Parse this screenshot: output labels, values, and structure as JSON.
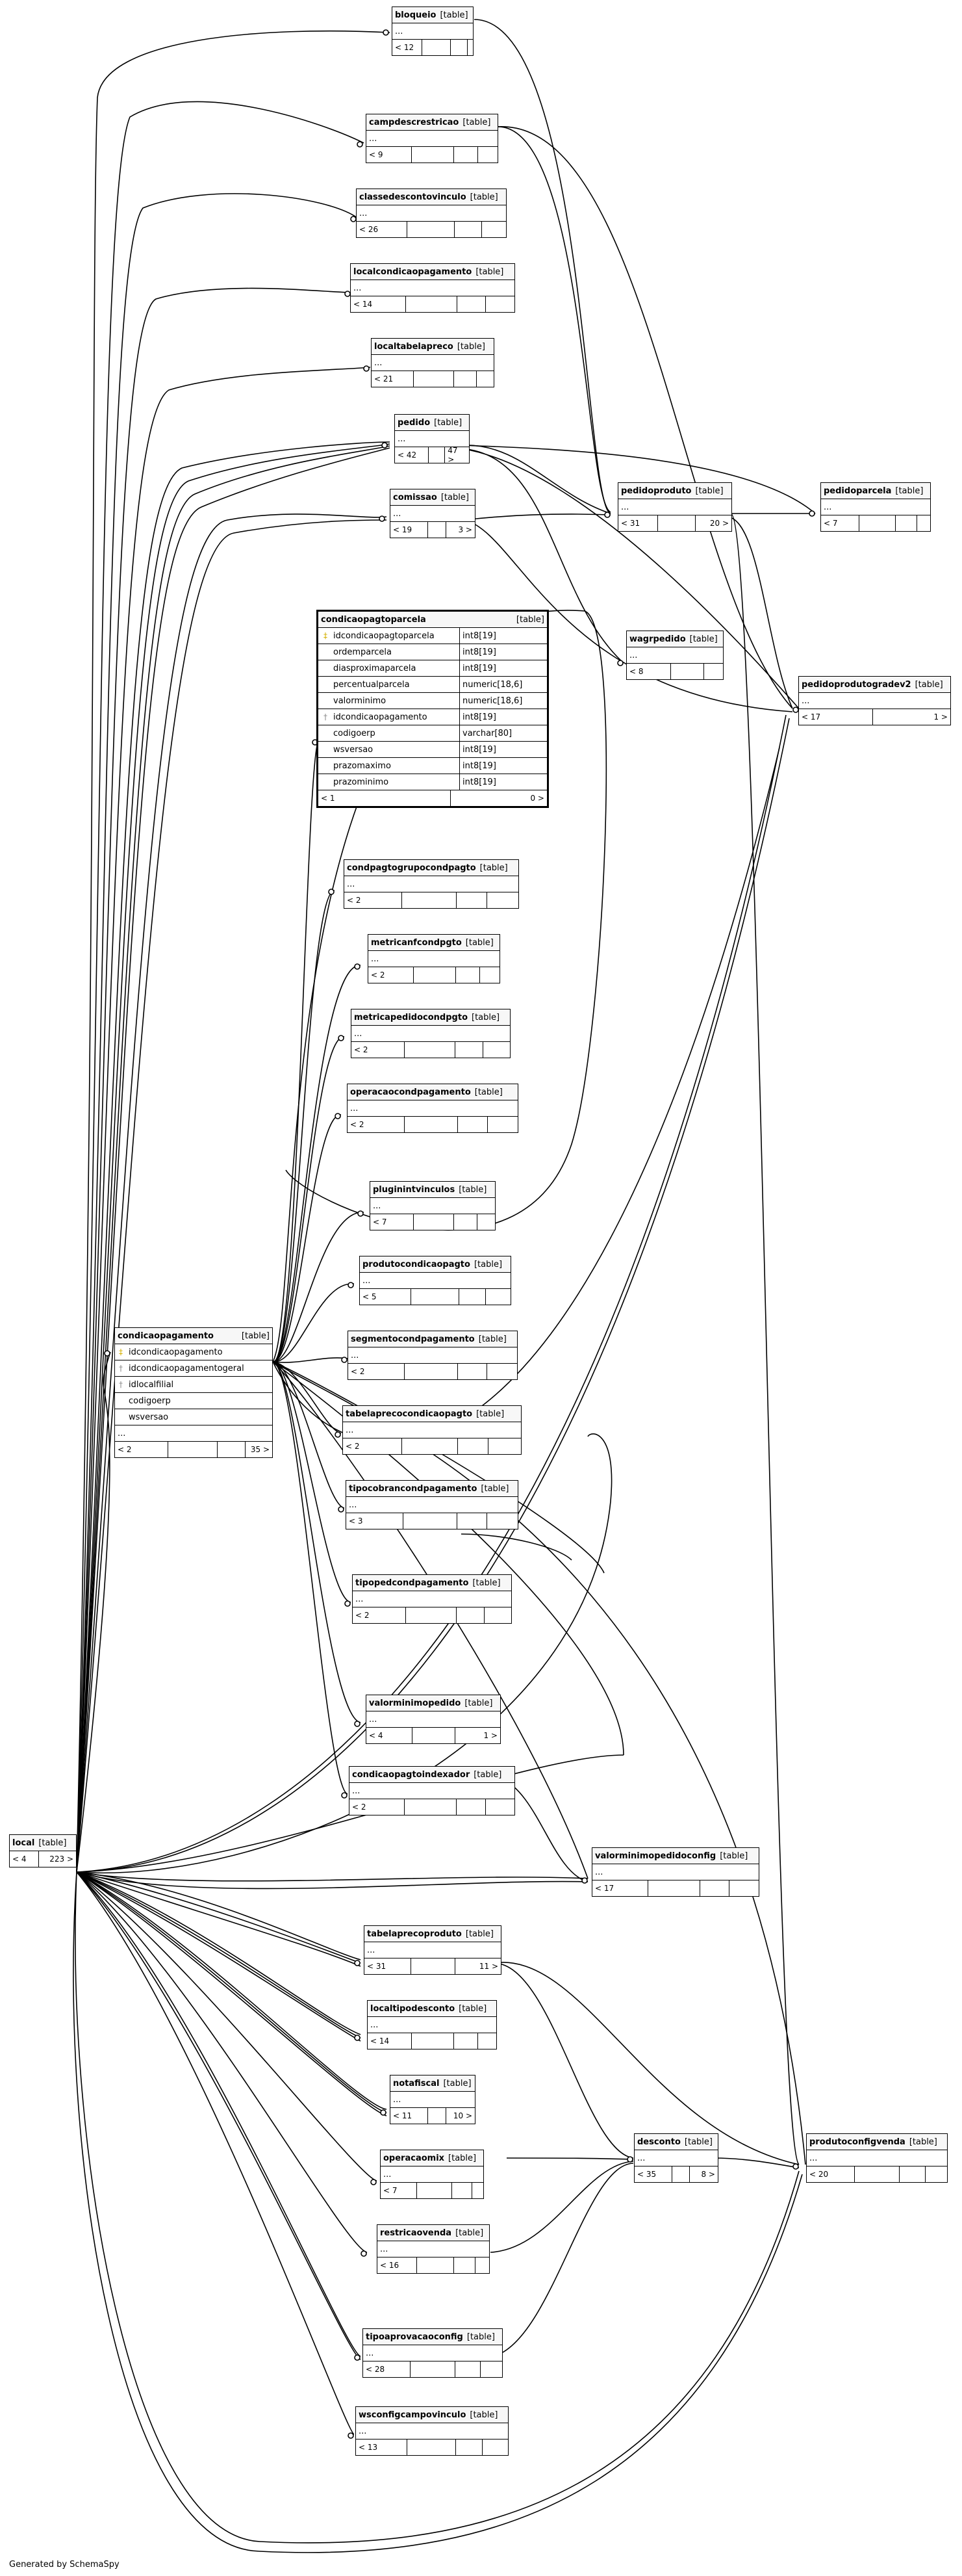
{
  "footer_text": "Generated by SchemaSpy",
  "tag": "[table]",
  "tables": {
    "bloqueio": {
      "name": "bloqueio",
      "dots": "...",
      "left": "< 12",
      "right": ""
    },
    "campdescrestricao": {
      "name": "campdescrestricao",
      "dots": "...",
      "left": "< 9",
      "right": ""
    },
    "classedescontovinculo": {
      "name": "classedescontovinculo",
      "dots": "...",
      "left": "< 26",
      "right": ""
    },
    "localcondicaopagamento": {
      "name": "localcondicaopagamento",
      "dots": "...",
      "left": "< 14",
      "right": ""
    },
    "localtabelapreco": {
      "name": "localtabelapreco",
      "dots": "...",
      "left": "< 21",
      "right": ""
    },
    "pedido": {
      "name": "pedido",
      "dots": "...",
      "left": "< 42",
      "right": "47 >"
    },
    "comissao": {
      "name": "comissao",
      "dots": "...",
      "left": "< 19",
      "right": "3 >"
    },
    "pedidoproduto": {
      "name": "pedidoproduto",
      "dots": "...",
      "left": "< 31",
      "right": "20 >"
    },
    "pedidoparcela": {
      "name": "pedidoparcela",
      "dots": "...",
      "left": "< 7",
      "right": ""
    },
    "wagrpedido": {
      "name": "wagrpedido",
      "dots": "...",
      "left": "< 8",
      "right": ""
    },
    "pedidoprodutogradev2": {
      "name": "pedidoprodutogradev2",
      "dots": "...",
      "left": "< 17",
      "right": "1 >"
    },
    "condpagtogrupocondpagto": {
      "name": "condpagtogrupocondpagto",
      "dots": "...",
      "left": "< 2",
      "right": ""
    },
    "metricanfcondpgto": {
      "name": "metricanfcondpgto",
      "dots": "...",
      "left": "< 2",
      "right": ""
    },
    "metricapedidocondpgto": {
      "name": "metricapedidocondpgto",
      "dots": "...",
      "left": "< 2",
      "right": ""
    },
    "operacaocondpagamento": {
      "name": "operacaocondpagamento",
      "dots": "...",
      "left": "< 2",
      "right": ""
    },
    "pluginintvinculos": {
      "name": "pluginintvinculos",
      "dots": "...",
      "left": "< 7",
      "right": ""
    },
    "produtocondicaopagto": {
      "name": "produtocondicaopagto",
      "dots": "...",
      "left": "< 5",
      "right": ""
    },
    "segmentocondpagamento": {
      "name": "segmentocondpagamento",
      "dots": "...",
      "left": "< 2",
      "right": ""
    },
    "tabelaprecocondicaopagto": {
      "name": "tabelaprecocondicaopagto",
      "dots": "...",
      "left": "< 2",
      "right": ""
    },
    "tipocobrancondpagamento": {
      "name": "tipocobrancondpagamento",
      "dots": "...",
      "left": "< 3",
      "right": ""
    },
    "tipopedcondpagamento": {
      "name": "tipopedcondpagamento",
      "dots": "...",
      "left": "< 2",
      "right": ""
    },
    "valorminimopedido": {
      "name": "valorminimopedido",
      "dots": "...",
      "left": "< 4",
      "right": "1 >"
    },
    "condicaopagtoindexador": {
      "name": "condicaopagtoindexador",
      "dots": "...",
      "left": "< 2",
      "right": ""
    },
    "valorminimopedidoconfig": {
      "name": "valorminimopedidoconfig",
      "dots": "...",
      "left": "< 17",
      "right": ""
    },
    "local": {
      "name": "local",
      "dots": "",
      "left": "< 4",
      "right": "223 >"
    },
    "tabelaprecoproduto": {
      "name": "tabelaprecoproduto",
      "dots": "...",
      "left": "< 31",
      "right": "11 >"
    },
    "localtipodesconto": {
      "name": "localtipodesconto",
      "dots": "...",
      "left": "< 14",
      "right": ""
    },
    "notafiscal": {
      "name": "notafiscal",
      "dots": "...",
      "left": "< 11",
      "right": "10 >"
    },
    "operacaomix": {
      "name": "operacaomix",
      "dots": "...",
      "left": "< 7",
      "right": ""
    },
    "desconto": {
      "name": "desconto",
      "dots": "...",
      "left": "< 35",
      "right": "8 >"
    },
    "produtoconfigvenda": {
      "name": "produtoconfigvenda",
      "dots": "...",
      "left": "< 20",
      "right": ""
    },
    "restricaovenda": {
      "name": "restricaovenda",
      "dots": "...",
      "left": "< 16",
      "right": ""
    },
    "tipoaprovacaoconfig": {
      "name": "tipoaprovacaoconfig",
      "dots": "...",
      "left": "< 28",
      "right": ""
    },
    "wsconfigcampovinculo": {
      "name": "wsconfigcampovinculo",
      "dots": "...",
      "left": "< 13",
      "right": ""
    }
  },
  "condicaopagtoparcela": {
    "name": "condicaopagtoparcela",
    "columns": [
      {
        "name": "idcondicaopagtoparcela",
        "type": "int8[19]",
        "key": "pk"
      },
      {
        "name": "ordemparcela",
        "type": "int8[19]",
        "key": ""
      },
      {
        "name": "diasproximaparcela",
        "type": "int8[19]",
        "key": ""
      },
      {
        "name": "percentualparcela",
        "type": "numeric[18,6]",
        "key": ""
      },
      {
        "name": "valorminimo",
        "type": "numeric[18,6]",
        "key": ""
      },
      {
        "name": "idcondicaopagamento",
        "type": "int8[19]",
        "key": "fk"
      },
      {
        "name": "codigoerp",
        "type": "varchar[80]",
        "key": ""
      },
      {
        "name": "wsversao",
        "type": "int8[19]",
        "key": ""
      },
      {
        "name": "prazomaximo",
        "type": "int8[19]",
        "key": ""
      },
      {
        "name": "prazominimo",
        "type": "int8[19]",
        "key": ""
      }
    ],
    "left": "< 1",
    "right": "0 >"
  },
  "condicaopagamento": {
    "name": "condicaopagamento",
    "columns": [
      {
        "name": "idcondicaopagamento",
        "key": "pk"
      },
      {
        "name": "idcondicaopagamentogeral",
        "key": "fk"
      },
      {
        "name": "idlocalfilial",
        "key": "fk"
      },
      {
        "name": "codigoerp",
        "key": ""
      },
      {
        "name": "wsversao",
        "key": ""
      }
    ],
    "dots": "...",
    "left": "< 2",
    "right": "35 >"
  }
}
